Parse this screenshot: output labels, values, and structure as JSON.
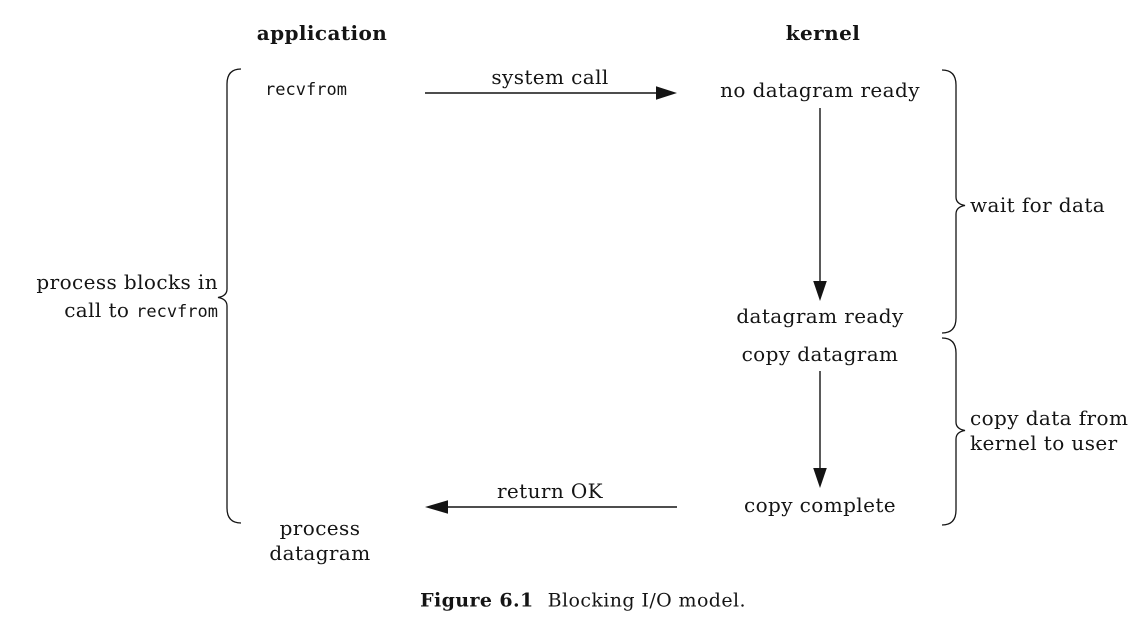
{
  "diagram": {
    "headers": {
      "application": "application",
      "kernel": "kernel"
    },
    "application_side": {
      "call_label": "recvfrom",
      "blocking_note_line1": "process blocks in",
      "blocking_note_line2_prefix": "call to ",
      "blocking_note_line2_code": "recvfrom",
      "result_line1": "process",
      "result_line2": "datagram"
    },
    "kernel_side": {
      "state_initial": "no datagram ready",
      "state_ready": "datagram ready",
      "state_copying": "copy datagram",
      "state_complete": "copy complete",
      "phase_wait": "wait for data",
      "phase_copy_line1": "copy data from",
      "phase_copy_line2": "kernel to user"
    },
    "arrows": {
      "to_kernel_label": "system call",
      "to_application_label": "return OK"
    },
    "caption": {
      "number": "Figure 6.1",
      "title": "Blocking I/O model."
    }
  },
  "colors": {
    "ink": "#141414",
    "background": "#ffffff"
  }
}
